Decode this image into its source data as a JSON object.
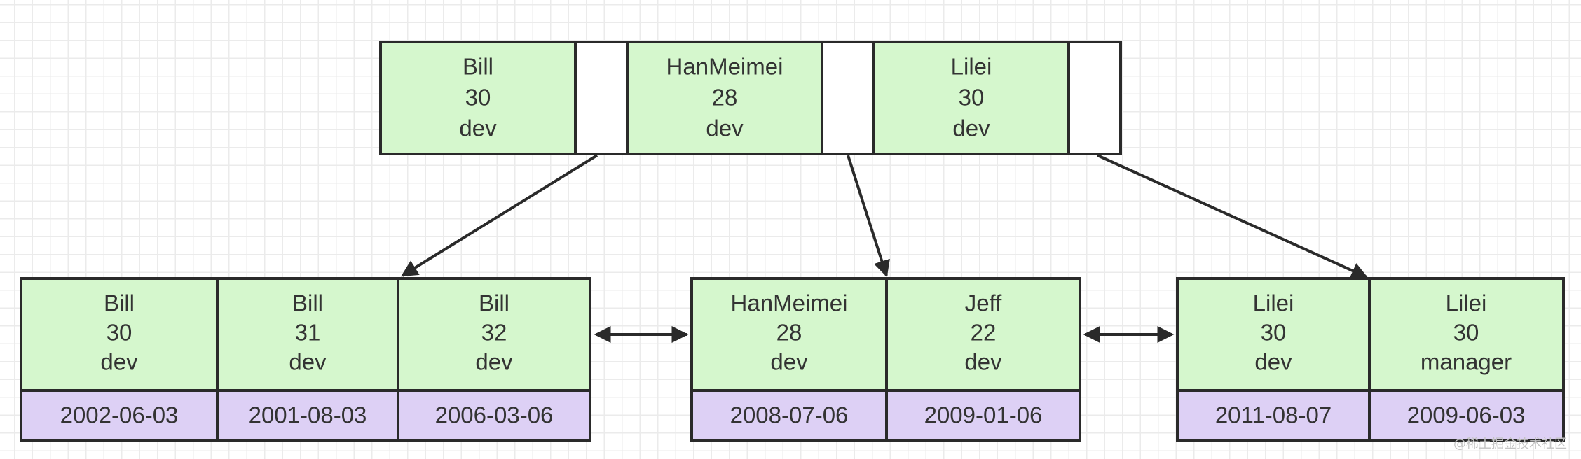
{
  "root_node": {
    "entries": [
      {
        "name": "Bill",
        "age": "30",
        "position": "dev"
      },
      {
        "name": "HanMeimei",
        "age": "28",
        "position": "dev"
      },
      {
        "name": "Lilei",
        "age": "30",
        "position": "dev"
      }
    ]
  },
  "leaf_nodes": [
    {
      "entries": [
        {
          "name": "Bill",
          "age": "30",
          "position": "dev",
          "pk": "2002-06-03"
        },
        {
          "name": "Bill",
          "age": "31",
          "position": "dev",
          "pk": "2001-08-03"
        },
        {
          "name": "Bill",
          "age": "32",
          "position": "dev",
          "pk": "2006-03-06"
        }
      ]
    },
    {
      "entries": [
        {
          "name": "HanMeimei",
          "age": "28",
          "position": "dev",
          "pk": "2008-07-06"
        },
        {
          "name": "Jeff",
          "age": "22",
          "position": "dev",
          "pk": "2009-01-06"
        }
      ]
    },
    {
      "entries": [
        {
          "name": "Lilei",
          "age": "30",
          "position": "dev",
          "pk": "2011-08-07"
        },
        {
          "name": "Lilei",
          "age": "30",
          "position": "manager",
          "pk": "2009-06-03"
        }
      ]
    }
  ],
  "watermark": "@稀土掘金技术社区",
  "colors": {
    "key_fill": "#d5f7cd",
    "pk_fill": "#ddd0f5",
    "pointer_fill": "#ffffff",
    "stroke": "#2a2a2a",
    "text": "#333333"
  }
}
